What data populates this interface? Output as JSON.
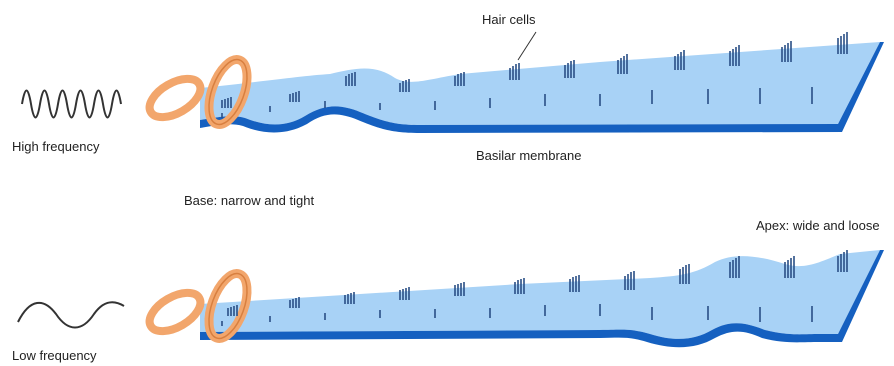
{
  "labels": {
    "hair_cells": "Hair cells",
    "basilar_membrane": "Basilar membrane",
    "high_frequency": "High frequency",
    "low_frequency": "Low frequency",
    "base": "Base: narrow and tight",
    "apex": "Apex: wide and loose"
  },
  "colors": {
    "membrane_fill": "#a8d2f6",
    "membrane_edge": "#1560c0",
    "hair_cell": "#2a4f86",
    "stapes": "#f2a66c",
    "stapes_edge": "#d87f3f",
    "wave": "#333333"
  }
}
